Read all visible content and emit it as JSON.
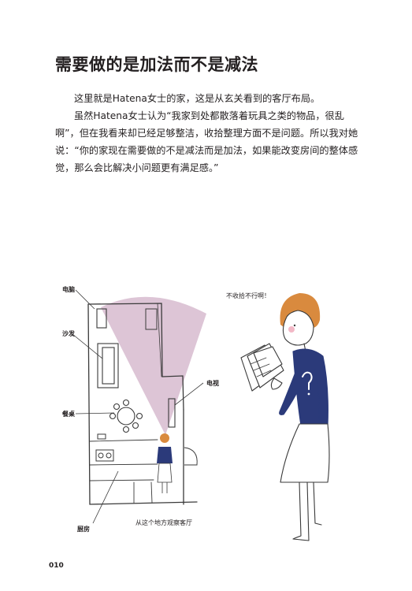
{
  "title": "需要做的是加法而不是减法",
  "paragraphs": [
    "这里就是Hatena女士的家，这是从玄关看到的客厅布局。",
    "虽然Hatena女士认为“我家到处都散落着玩具之类的物品，很乱啊”，但在我看来却已经足够整洁，收拾整理方面不是问题。所以我对她说：“你的家现在需要做的不是减法而是加法，如果能改变房间的整体感觉，那么会比解决小问题更有满足感。”"
  ],
  "floorplan_labels": {
    "computer": "电脑",
    "sofa": "沙发",
    "dining_table": "餐桌",
    "tv": "电视",
    "kitchen": "厨房"
  },
  "floorplan_caption": "从这个地方观察客厅",
  "speech_bubble": "不收拾不行啊！",
  "page_number": "010",
  "colors": {
    "view_cone": "#d9bfd1",
    "hair": "#d98a3e",
    "navy": "#2b3a7a",
    "line": "#3a3a3a"
  }
}
